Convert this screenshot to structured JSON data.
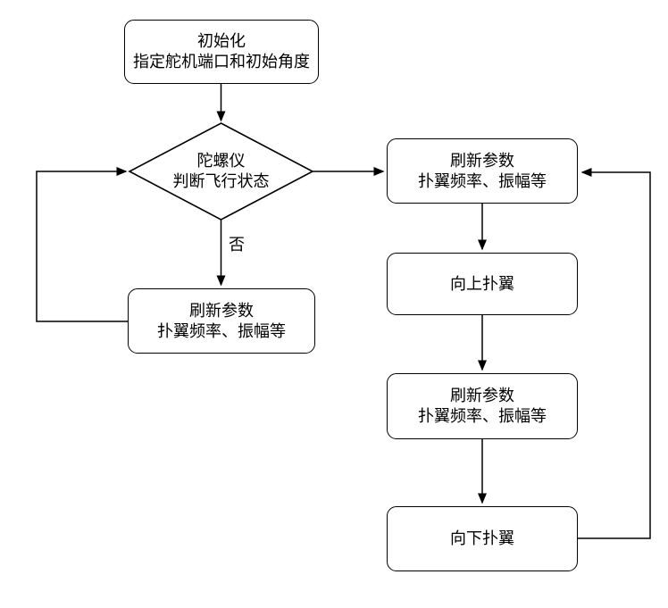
{
  "diagram": {
    "type": "flowchart",
    "colors": {
      "background": "#ffffff",
      "stroke": "#000000",
      "text": "#000000",
      "node_fill": "#ffffff"
    },
    "nodes": {
      "init": {
        "shape": "rounded-rect",
        "line1": "初始化",
        "line2": "指定舵机端口和初始角度"
      },
      "gyro_decision": {
        "shape": "diamond",
        "line1": "陀螺仪",
        "line2": "判断飞行状态"
      },
      "refresh_top": {
        "shape": "rounded-rect",
        "line1": "刷新参数",
        "line2": "扑翼频率、振幅等"
      },
      "flap_up": {
        "shape": "rounded-rect",
        "line1": "向上扑翼"
      },
      "refresh_mid": {
        "shape": "rounded-rect",
        "line1": "刷新参数",
        "line2": "扑翼频率、振幅等"
      },
      "flap_down": {
        "shape": "rounded-rect",
        "line1": "向下扑翼"
      },
      "refresh_left": {
        "shape": "rounded-rect",
        "line1": "刷新参数",
        "line2": "扑翼频率、振幅等"
      }
    },
    "edge_labels": {
      "no": "否"
    },
    "edges": [
      {
        "from": "init",
        "to": "gyro_decision"
      },
      {
        "from": "gyro_decision",
        "to": "refresh_top"
      },
      {
        "from": "gyro_decision",
        "to": "refresh_left",
        "label": "否"
      },
      {
        "from": "refresh_left",
        "to": "gyro_decision"
      },
      {
        "from": "refresh_top",
        "to": "flap_up"
      },
      {
        "from": "flap_up",
        "to": "refresh_mid"
      },
      {
        "from": "refresh_mid",
        "to": "flap_down"
      },
      {
        "from": "flap_down",
        "to": "refresh_top"
      }
    ]
  }
}
